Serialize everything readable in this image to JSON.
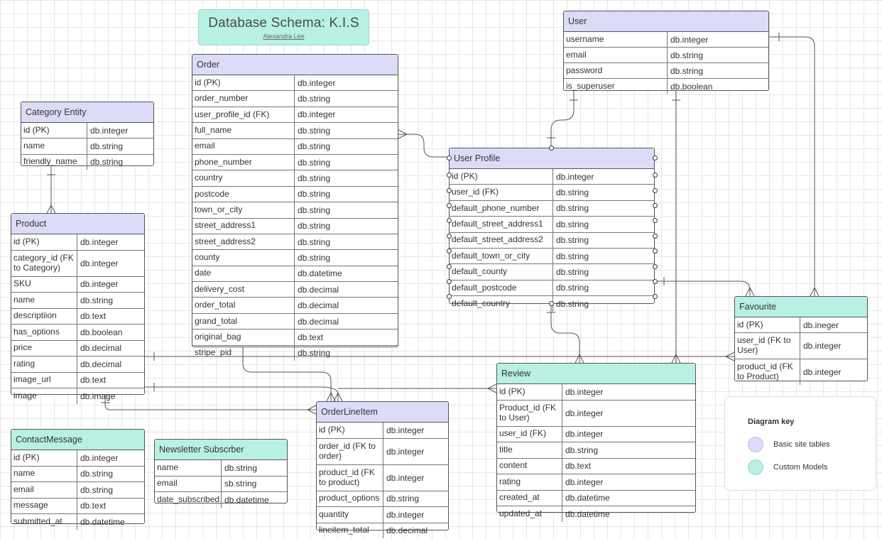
{
  "title": {
    "main": "Database Schema: K.I.S",
    "author": "Alexandra Lee"
  },
  "key": {
    "title": "Diagram key",
    "items": [
      {
        "label": "Basic site tables"
      },
      {
        "label": "Custom Models"
      }
    ],
    "colors": {
      "basic": "#dcdcf8",
      "custom": "#b8f0e4"
    }
  },
  "entities": {
    "user": {
      "name": "User",
      "fields": [
        [
          "username",
          "db.integer"
        ],
        [
          "email",
          "db.string"
        ],
        [
          "password",
          "db.string"
        ],
        [
          "is_superuser",
          "db.boolean"
        ]
      ]
    },
    "order": {
      "name": "Order",
      "fields": [
        [
          "id (PK)",
          "db.integer"
        ],
        [
          "order_number",
          "db.string"
        ],
        [
          "user_profile_id (FK)",
          "db.integer"
        ],
        [
          "full_name",
          "db.string"
        ],
        [
          "email",
          "db.string"
        ],
        [
          "phone_number",
          "db.string"
        ],
        [
          "country",
          "db.string"
        ],
        [
          "postcode",
          "db.string"
        ],
        [
          "town_or_city",
          "db.string"
        ],
        [
          "street_address1",
          "db.string"
        ],
        [
          "street_address2",
          "db.string"
        ],
        [
          "county",
          "db.string"
        ],
        [
          "date",
          "db.datetime"
        ],
        [
          "delivery_cost",
          "db.decimal"
        ],
        [
          "order_total",
          "db.decimal"
        ],
        [
          "grand_total",
          "db.decimal"
        ],
        [
          "original_bag",
          "db.text"
        ],
        [
          "stripe_pid",
          "db.string"
        ]
      ]
    },
    "category": {
      "name": "Category Entity",
      "fields": [
        [
          "id (PK)",
          "db.integer"
        ],
        [
          "name",
          "db.string"
        ],
        [
          "friendly_name",
          "db.string"
        ]
      ]
    },
    "product": {
      "name": "Product",
      "fields": [
        [
          "id (PK)",
          "db.integer"
        ],
        [
          "category_id (FK to Category)",
          "db.integer"
        ],
        [
          "SKU",
          "db.integer"
        ],
        [
          "name",
          "db.string"
        ],
        [
          "descriptiion",
          "db.text"
        ],
        [
          "has_options",
          "db.boolean"
        ],
        [
          "price",
          "db.decimal"
        ],
        [
          "rating",
          "db.decimal"
        ],
        [
          "image_url",
          "db.text"
        ],
        [
          "image",
          "db.image"
        ]
      ]
    },
    "userprofile": {
      "name": "User Profile",
      "fields": [
        [
          "id (PK)",
          "db.integer"
        ],
        [
          "user_id (FK)",
          "db.string"
        ],
        [
          "default_phone_number",
          "db.string"
        ],
        [
          "default_street_address1",
          "db.string"
        ],
        [
          "default_street_address2",
          "db.string"
        ],
        [
          "default_town_or_city",
          "db.string"
        ],
        [
          "default_county",
          "db.string"
        ],
        [
          "default_postcode",
          "db.string"
        ],
        [
          "default_country",
          "db.string"
        ]
      ]
    },
    "favourite": {
      "name": "Favourite",
      "fields": [
        [
          "id (PK)",
          "db.ineger"
        ],
        [
          "user_id (FK to User)",
          "db.integer"
        ],
        [
          "product_id (FK to Product)",
          "db.integer"
        ]
      ]
    },
    "review": {
      "name": "Review",
      "fields": [
        [
          "id (PK)",
          "db.integer"
        ],
        [
          "Product_id (FK to User)",
          "db.integer"
        ],
        [
          "user_id (FK)",
          "db.integer"
        ],
        [
          "title",
          "db.string"
        ],
        [
          "content",
          "db.text"
        ],
        [
          "rating",
          "db.integer"
        ],
        [
          "created_at",
          "db.datetime"
        ],
        [
          "updated_at",
          "db.datetime"
        ]
      ]
    },
    "orderlineitem": {
      "name": "OrderLineItem",
      "fields": [
        [
          "id (PK)",
          "db.integer"
        ],
        [
          "order_id (FK to order)",
          "db.integer"
        ],
        [
          "product_id (FK to product)",
          "db.integer"
        ],
        [
          "product_options",
          "db.string"
        ],
        [
          "quantity",
          "db.integer"
        ],
        [
          "lineitem_total",
          "db.decimal"
        ]
      ]
    },
    "contactmessage": {
      "name": "ContactMessage",
      "fields": [
        [
          "id (PK)",
          "db.integer"
        ],
        [
          "name",
          "db.string"
        ],
        [
          "email",
          "db.string"
        ],
        [
          "message",
          "db.text"
        ],
        [
          "submitted_at",
          "db.datetime"
        ]
      ]
    },
    "newsletter": {
      "name": "Newsletter Subscrber",
      "fields": [
        [
          "name",
          "db.string"
        ],
        [
          "email",
          "sb.string"
        ],
        [
          "date_subscribed",
          "db.datetime"
        ]
      ]
    }
  }
}
